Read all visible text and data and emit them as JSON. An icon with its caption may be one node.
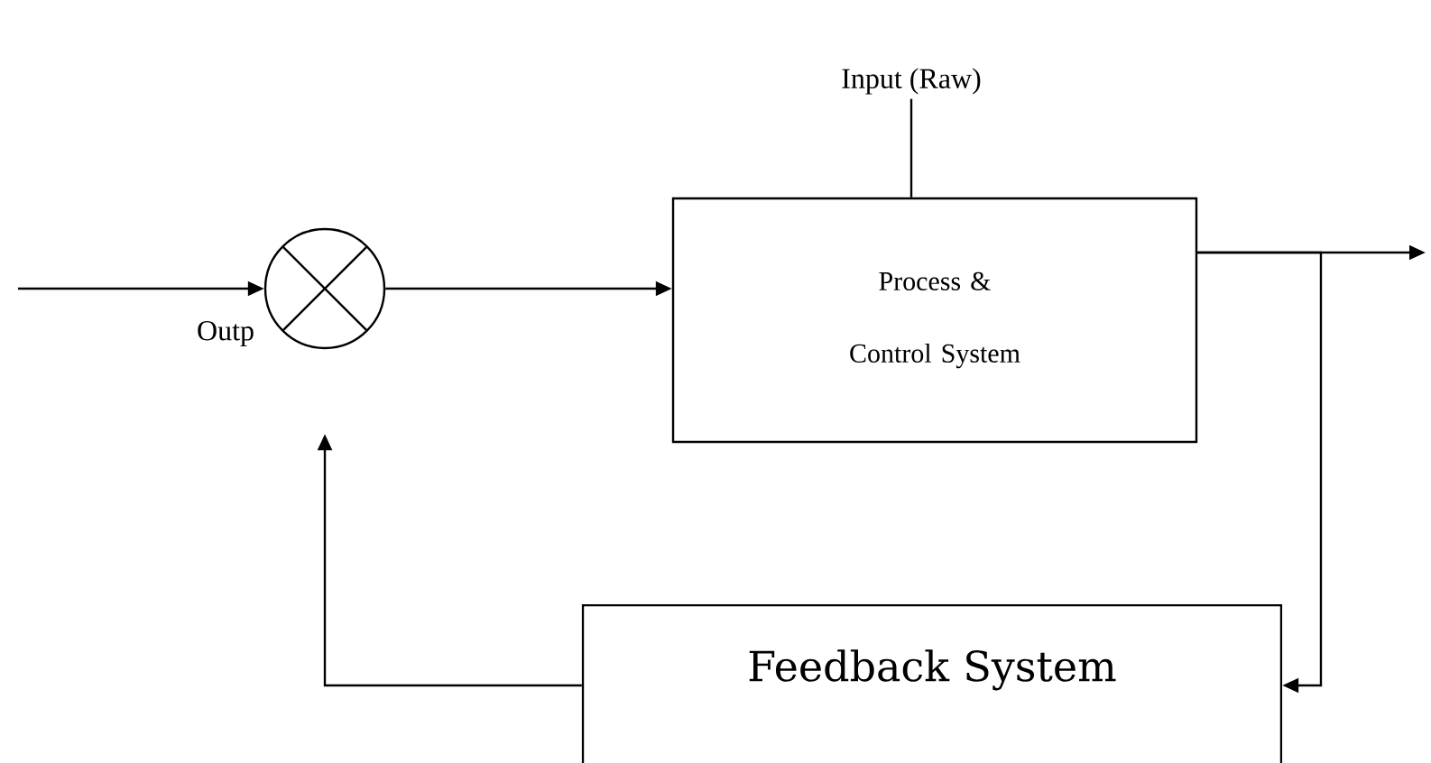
{
  "diagram": {
    "nodes": [
      {
        "text": [
          "Input (Raw)"
        ]
      },
      {
        "text": [],
        "shape": "circle"
      },
      {
        "text": [
          "Process & Control System"
        ]
      },
      {
        "text": [
          "Feedback System"
        ]
      }
    ],
    "edges": [
      {
        "from": null,
        "to": 1,
        "arrow": "to"
      },
      {
        "from": 1,
        "to": 2,
        "arrow": "to"
      },
      {
        "from": 0,
        "to": 2,
        "arrow": "none"
      },
      {
        "from": 2,
        "to": null,
        "arrow": "to"
      },
      {
        "from": 2,
        "to": 3,
        "arrow": "to"
      },
      {
        "from": 3,
        "to": 1,
        "arrow": "to"
      }
    ],
    "labels": [
      "Outp"
    ]
  }
}
